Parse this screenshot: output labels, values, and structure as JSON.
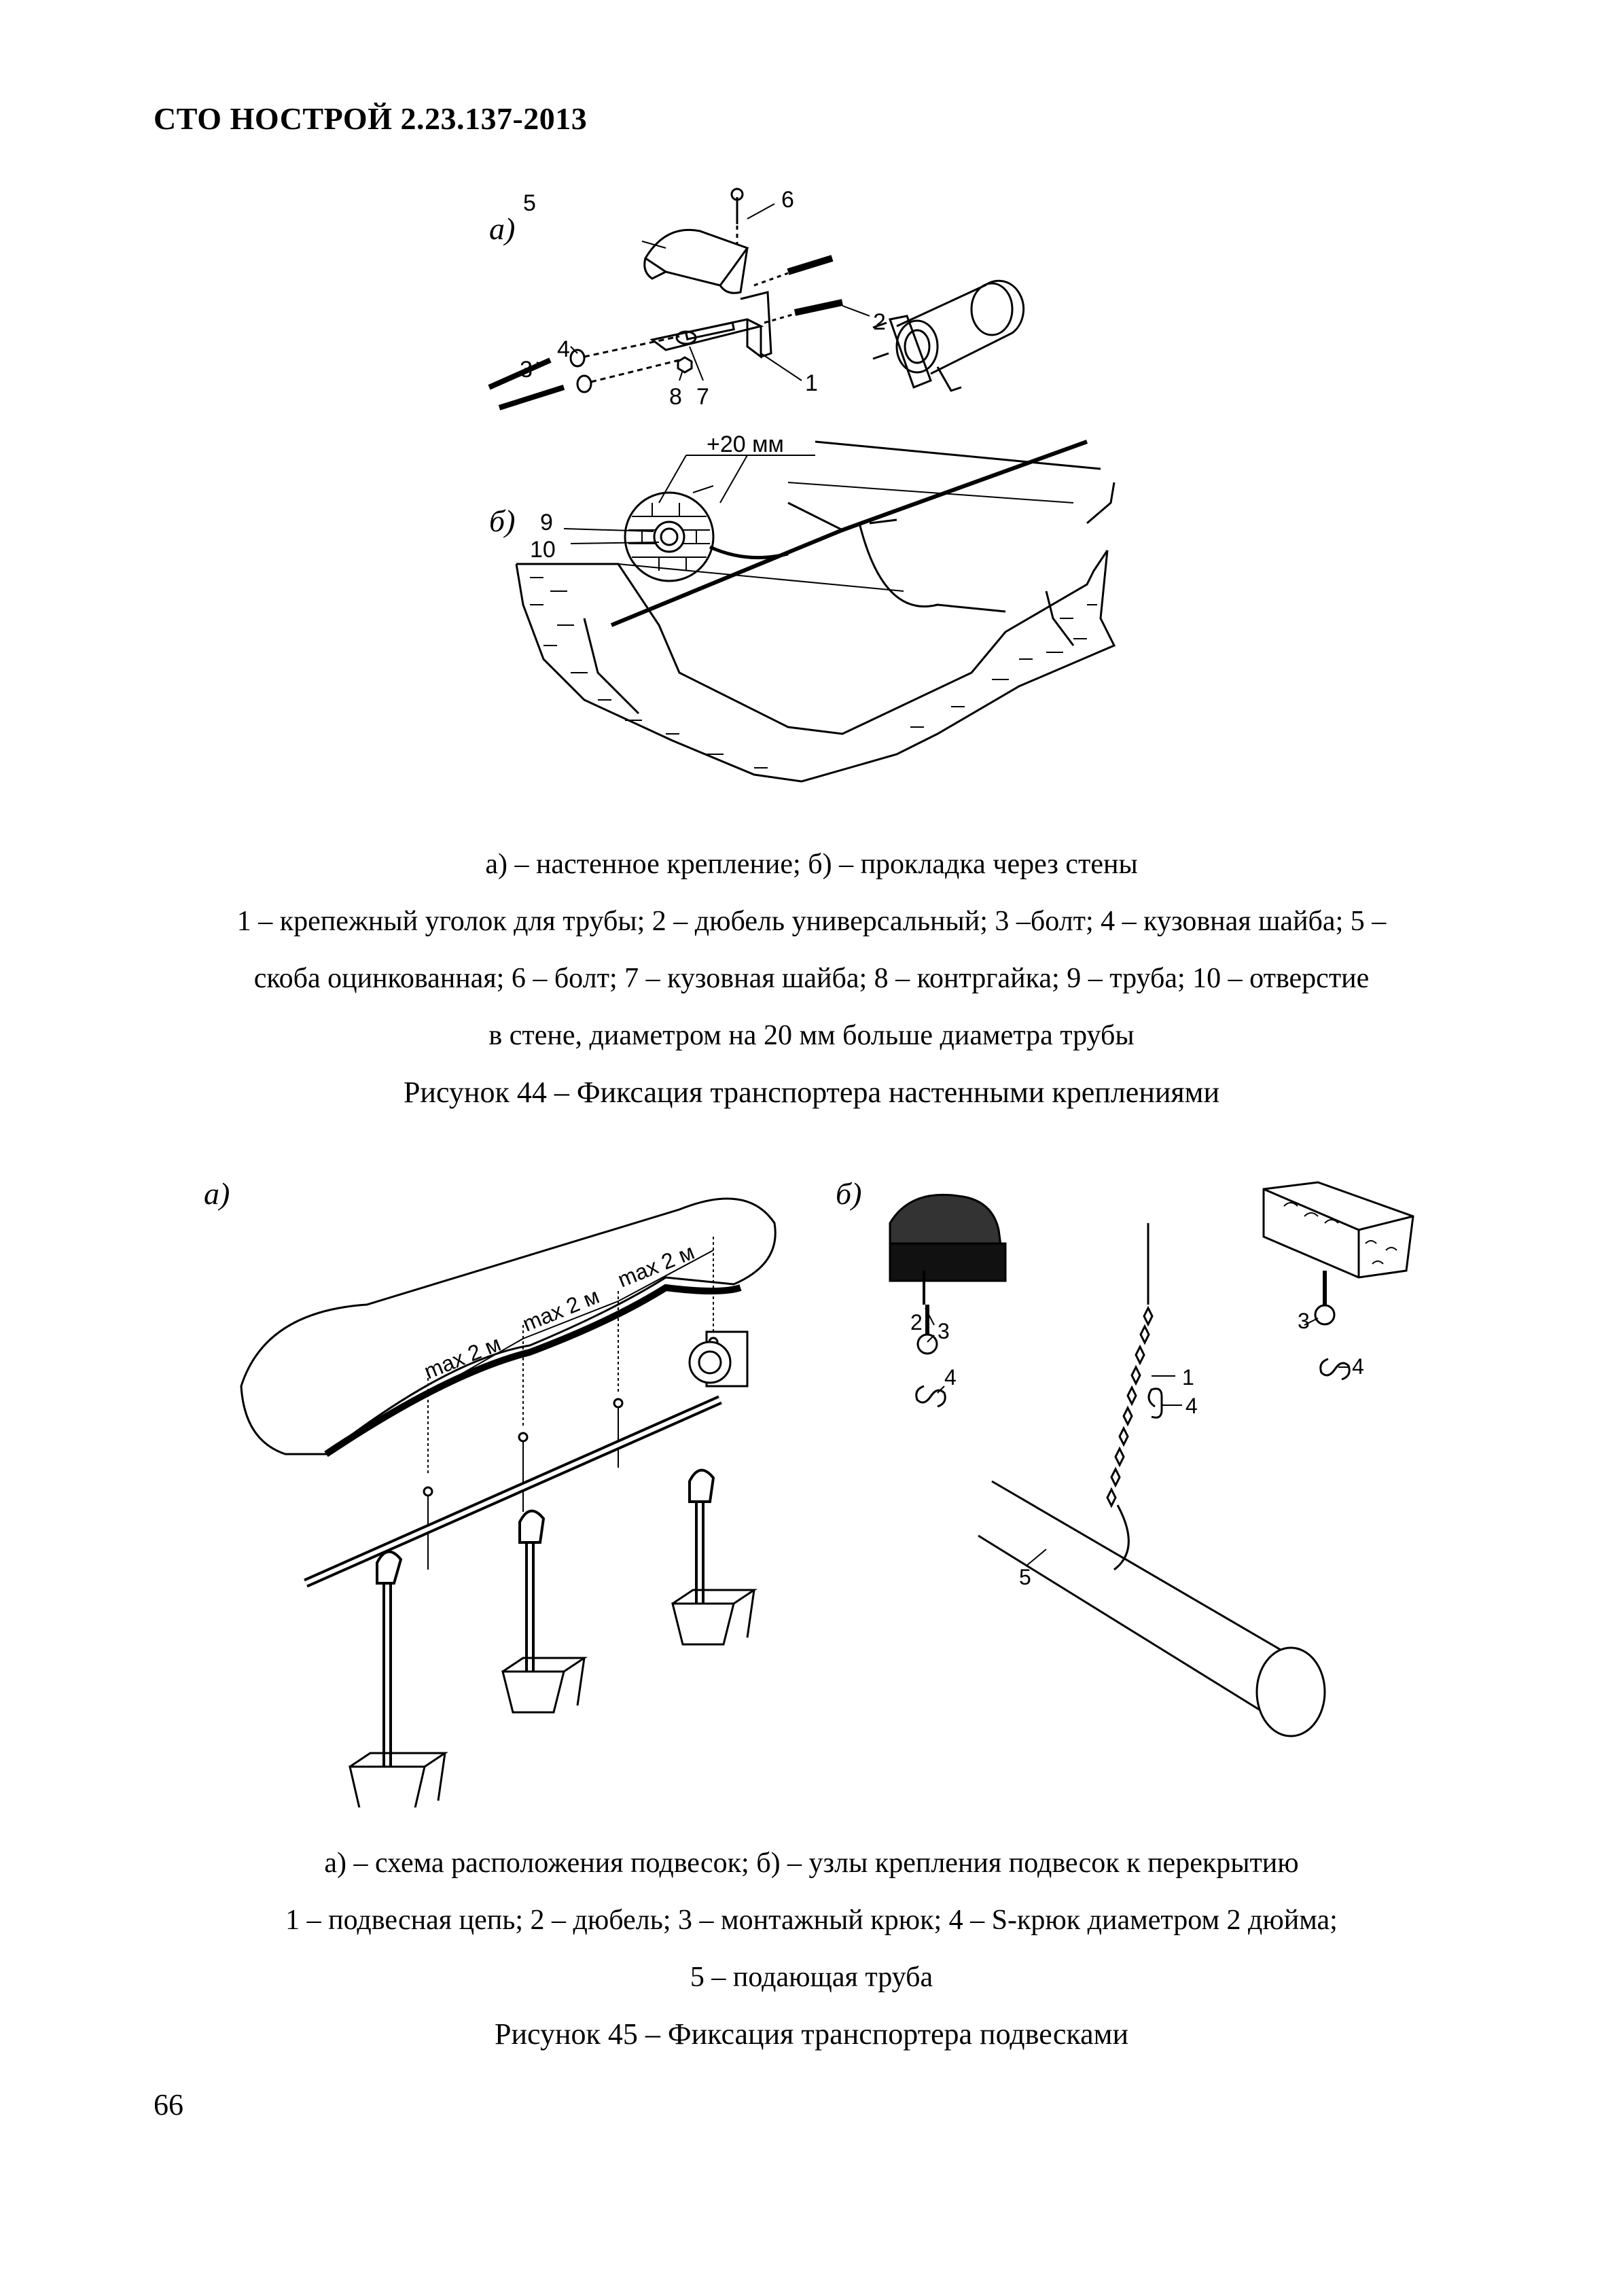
{
  "header": {
    "standard_code": "СТО НОСТРОЙ 2.23.137-2013"
  },
  "figure44": {
    "panel_a_label": "а)",
    "panel_b_label": "б)",
    "callouts_a": [
      "1",
      "2",
      "3",
      "4",
      "5",
      "6",
      "7",
      "8"
    ],
    "callouts_b": [
      "9",
      "10"
    ],
    "dimension_label": "+20 мм",
    "caption_lines": [
      "а) – настенное крепление; б) – прокладка через стены",
      "1 – крепежный уголок для трубы; 2 – дюбель универсальный; 3 –болт; 4 – кузовная шайба; 5 –",
      "скоба оцинкованная; 6 – болт; 7 – кузовная шайба; 8 – контргайка; 9 – труба; 10 – отверстие",
      "в стене, диаметром на 20 мм больше диаметра трубы"
    ],
    "title": "Рисунок 44 – Фиксация транспортера настенными креплениями"
  },
  "figure45": {
    "panel_a_label": "а)",
    "panel_b_label": "б)",
    "spacing_labels": [
      "max 2 м",
      "max 2 м",
      "max 2 м"
    ],
    "callouts_b": [
      "1",
      "2",
      "3",
      "3",
      "4",
      "4",
      "4",
      "5"
    ],
    "caption_lines": [
      "а) – схема расположения подвесок; б) – узлы крепления подвесок к перекрытию",
      "1 – подвесная цепь; 2 – дюбель; 3 – монтажный крюк; 4 – S-крюк диаметром 2 дюйма;",
      "5 – подающая труба"
    ],
    "title": "Рисунок 45 – Фиксация транспортера подвесками"
  },
  "footer": {
    "page_number": "66"
  }
}
